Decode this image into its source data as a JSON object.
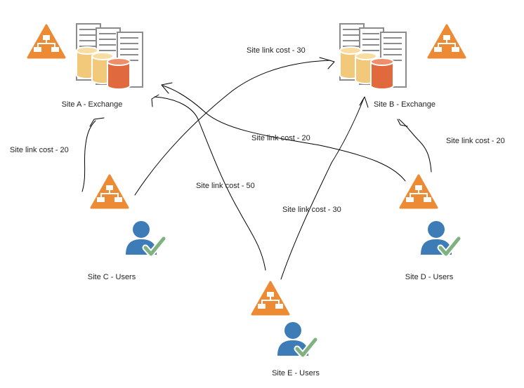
{
  "colors": {
    "site_icon": "#ED8B34",
    "site_icon_detail": "#FFFFFF",
    "user": "#3E7CB8",
    "check": "#7FB27F",
    "server_frame": "#8C8C8C",
    "db_yellow": "#F2C97A",
    "db_orange": "#E06A3E",
    "link_line": "#000000",
    "text": "#222222"
  },
  "icons": {
    "site": "ad-site-triangle-icon",
    "exchange": "exchange-server-stack-icon",
    "users": "user-with-check-icon"
  },
  "sites": [
    {
      "id": "a",
      "label": "Site A - Exchange",
      "kind": "exchange"
    },
    {
      "id": "b",
      "label": "Site B - Exchange",
      "kind": "exchange"
    },
    {
      "id": "c",
      "label": "Site C - Users",
      "kind": "users"
    },
    {
      "id": "d",
      "label": "Site D - Users",
      "kind": "users"
    },
    {
      "id": "e",
      "label": "Site E - Users",
      "kind": "users"
    }
  ],
  "links": [
    {
      "from": "c",
      "to": "a",
      "label": "Site link cost - 20"
    },
    {
      "from": "c",
      "to": "b",
      "label": "Site link cost - 30"
    },
    {
      "from": "d",
      "to": "a",
      "label": "Site link cost - 20"
    },
    {
      "from": "d",
      "to": "b",
      "label": "Site link cost - 20"
    },
    {
      "from": "e",
      "to": "a",
      "label": "Site link cost - 50"
    },
    {
      "from": "e",
      "to": "b",
      "label": "Site link cost - 30"
    }
  ]
}
